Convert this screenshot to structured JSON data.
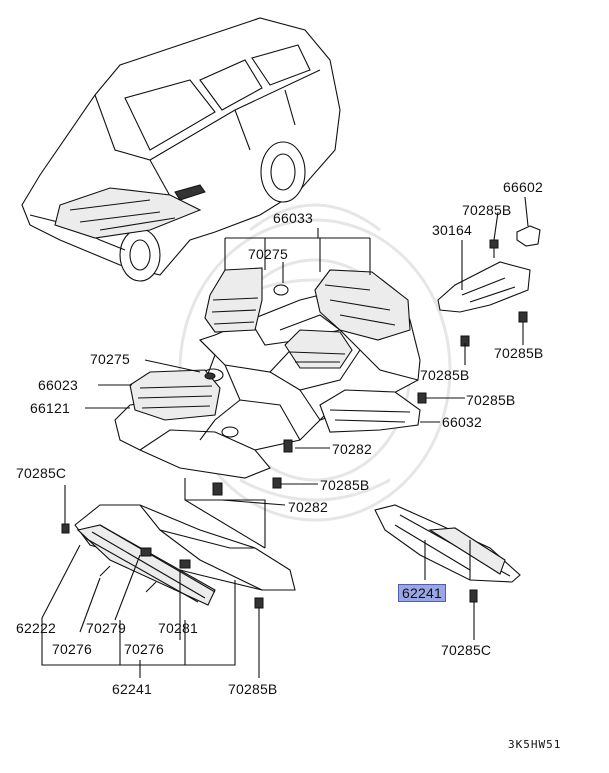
{
  "labels": {
    "l66602": "66602",
    "l70285B_top": "70285B",
    "l30164": "30164",
    "l66033": "66033",
    "l70275_top": "70275",
    "l70285B_right1": "70285B",
    "l70275_left": "70275",
    "l70285B_mid": "70285B",
    "l70285B_right2": "70285B",
    "l66023": "66023",
    "l66121": "66121",
    "l66032": "66032",
    "l70282_upper": "70282",
    "l70285C_left": "70285C",
    "l70285B_center": "70285B",
    "l70282_lower": "70282",
    "l62241_highlight": "62241",
    "l62222": "62222",
    "l70279": "70279",
    "l70281": "70281",
    "l70276_a": "70276",
    "l70276_b": "70276",
    "l70285C_right": "70285C",
    "l62241_bottom": "62241",
    "l70285B_bottom": "70285B"
  },
  "diagram_code": "3K5HW51",
  "colors": {
    "highlight": "#9aa7e3",
    "highlight_border": "#4f5fb8",
    "line": "#111111"
  }
}
